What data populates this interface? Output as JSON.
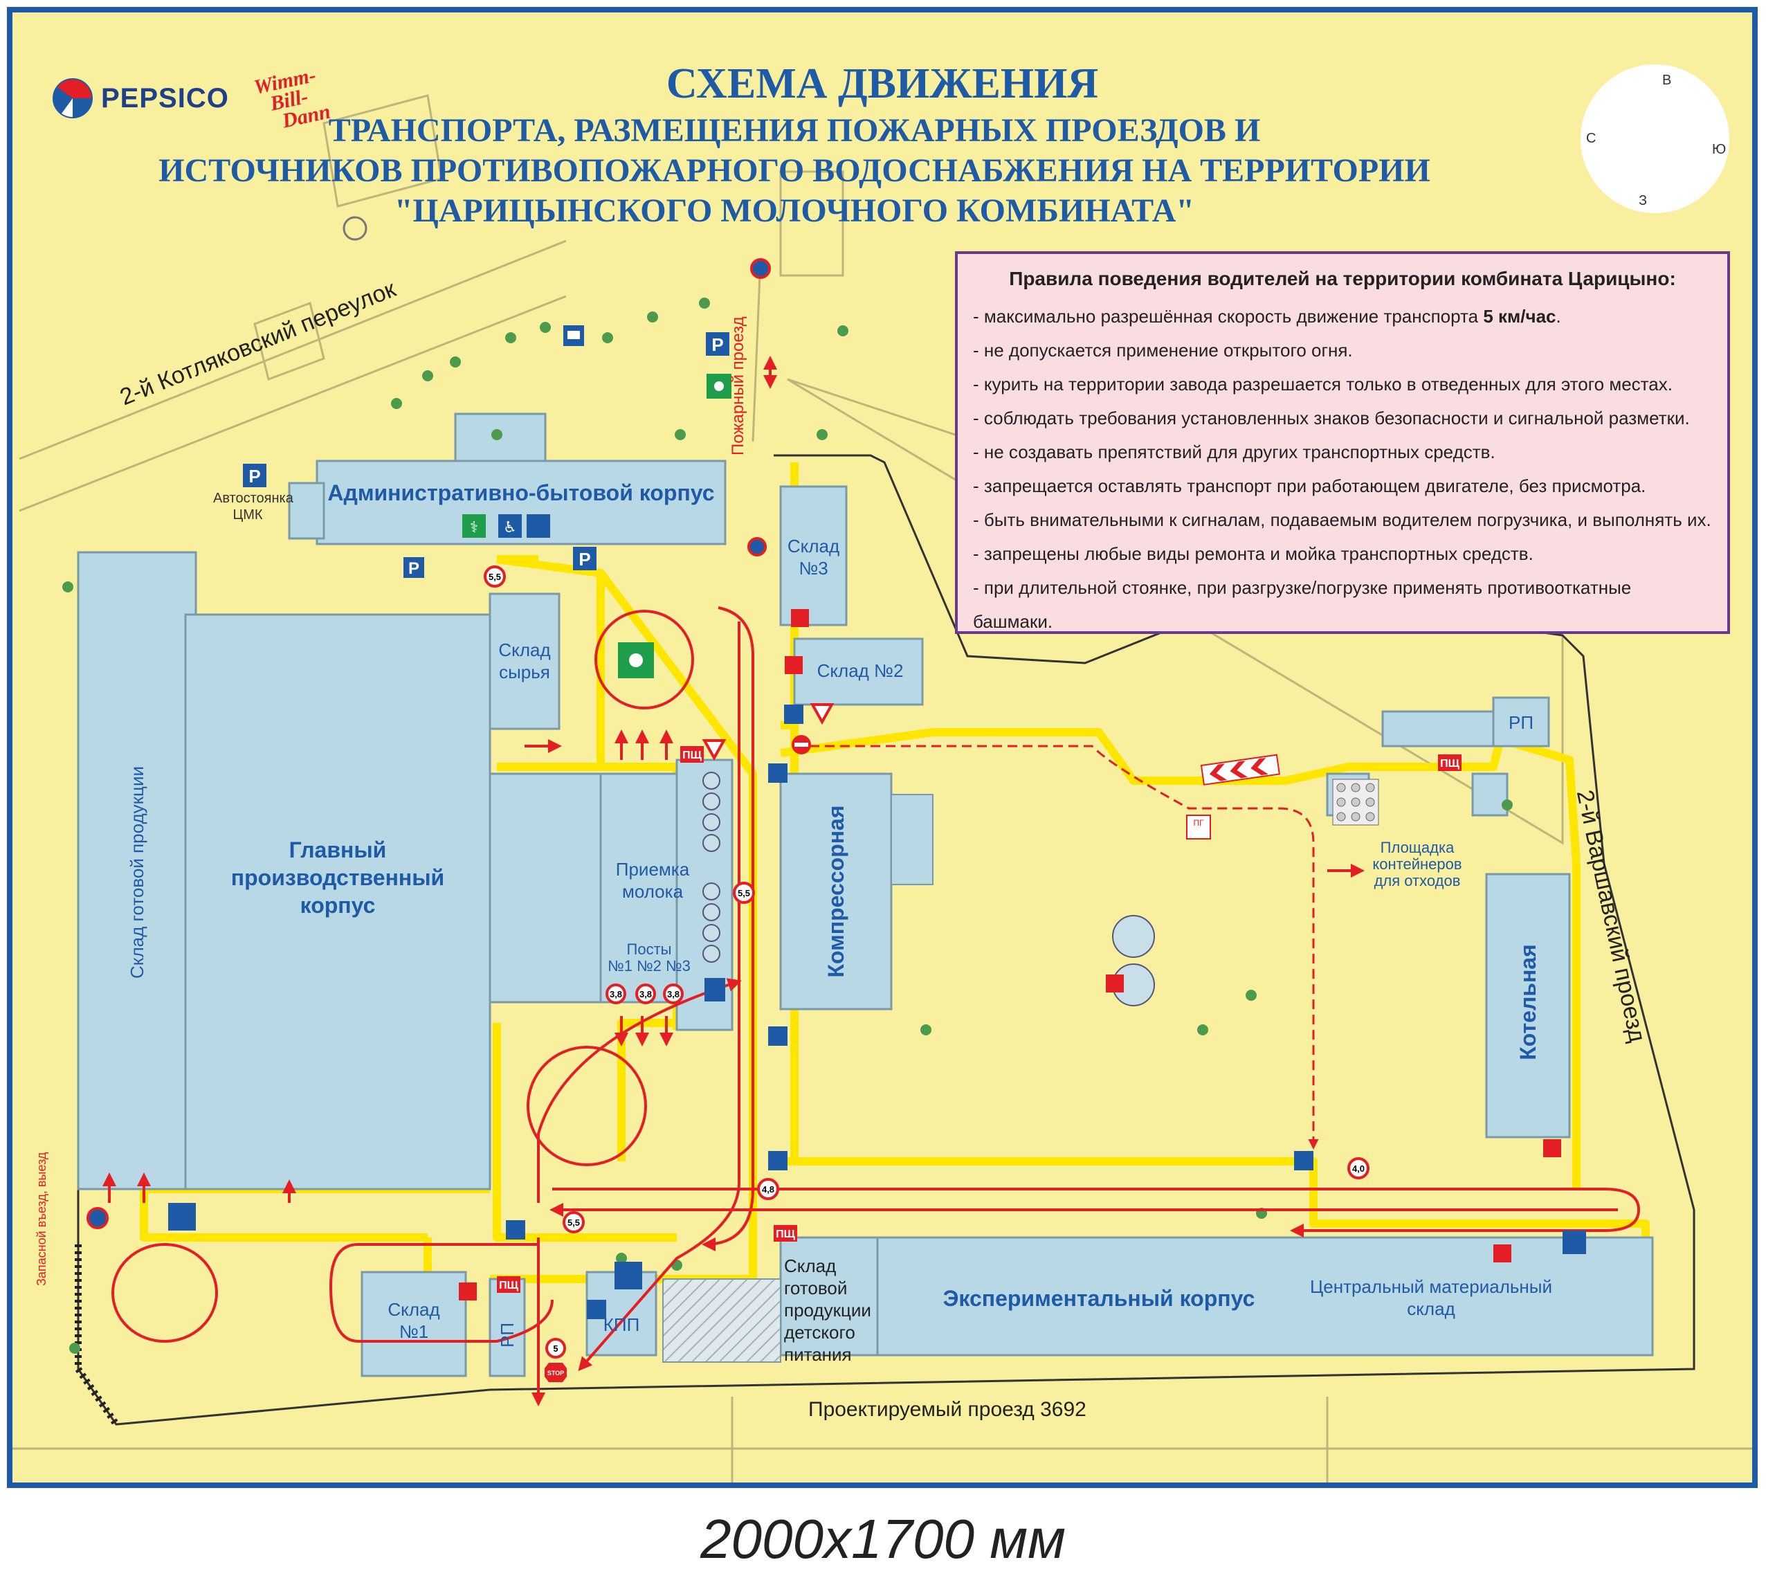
{
  "header": {
    "title": "СХЕМА ДВИЖЕНИЯ",
    "subtitle_1": "ТРАНСПОРТА, РАЗМЕЩЕНИЯ ПОЖАРНЫХ ПРОЕЗДОВ И",
    "subtitle_2": "ИСТОЧНИКОВ ПРОТИВОПОЖАРНОГО ВОДОСНАБЖЕНИЯ НА ТЕРРИТОРИИ",
    "subtitle_3": "\"ЦАРИЦЫНСКОГО МОЛОЧНОГО КОМБИНАТА\""
  },
  "logos": {
    "pepsico": "PEPSICO",
    "wbd_1": "Wimm-",
    "wbd_2": "Bill-",
    "wbd_3": "Dann"
  },
  "compass": {
    "n": "С",
    "e": "В",
    "s": "Ю",
    "w": "З"
  },
  "rules": {
    "title": "Правила поведения водителей на территории комбината Царицыно:",
    "items": [
      "- максимально разрешённая скорость движение транспорта 5 км/час.",
      "- не допускается применение открытого огня.",
      "- курить на территории завода разрешается только в отведенных для этого местах.",
      "- соблюдать требования установленных знаков безопасности и сигнальной разметки.",
      "- не создавать препятствий для других транспортных средств.",
      "- запрещается оставлять транспорт при работающем двигателе, без присмотра.",
      "- быть внимательными к сигналам, подаваемым водителем погрузчика, и выполнять их.",
      "- запрещены любые виды ремонта и мойка транспортных средств.",
      "- при длительной стоянке, при разгрузке/погрузке применять противооткатные башмаки."
    ]
  },
  "streets": {
    "kotlyakovsky": "2-й Котляковский переулок",
    "varshavsky": "2-й Варшавский проезд",
    "proektiruemy": "Проектируемый проезд 3692",
    "fire_passage": "Пожарный проезд",
    "reserve_exit": "Запасной въезд, выезд"
  },
  "buildings": {
    "admin": "Административно-бытовой корпус",
    "parking_1": "Автостоянка",
    "parking_2": "ЦМК",
    "sklad3_1": "Склад",
    "sklad3_2": "№3",
    "sklad2": "Склад №2",
    "syrya_1": "Склад",
    "syrya_2": "сырья",
    "finished": "Склад готовой продукции",
    "main_1": "Главный",
    "main_2": "производственный",
    "main_3": "корпус",
    "milk_1": "Приемка",
    "milk_2": "молока",
    "posts": "Посты",
    "post1": "№1",
    "post2": "№2",
    "post3": "№3",
    "compressor": "Компрессорная",
    "containers_1": "Площадка",
    "containers_2": "контейнеров",
    "containers_3": "для отходов",
    "boiler": "Котельная",
    "rp_top": "РП",
    "rp_bottom": "РП",
    "sklad1_1": "Склад",
    "sklad1_2": "№1",
    "kpp": "КПП",
    "baby_1": "Склад",
    "baby_2": "готовой",
    "baby_3": "продукции",
    "baby_4": "детского питания",
    "experimental": "Экспериментальный корпус",
    "central_1": "Центральный материальный",
    "central_2": "склад"
  },
  "signs": {
    "parking": "P",
    "pshch": "ПЩ",
    "pg": "ПГ",
    "stop": "STOP",
    "speed_55": "5,5",
    "speed_48": "4,8",
    "speed_40": "4,0",
    "speed_38": "3,8",
    "speed_5": "5"
  },
  "footer": {
    "size": "2000х1700 мм"
  },
  "colors": {
    "background": "#f8ef9f",
    "building": "#b9d8e6",
    "road_yellow": "#ffe600",
    "route_red": "#e31e24",
    "title_blue": "#1f5aa6",
    "rules_bg": "#f9dde0",
    "rules_border": "#6a3a8a"
  }
}
